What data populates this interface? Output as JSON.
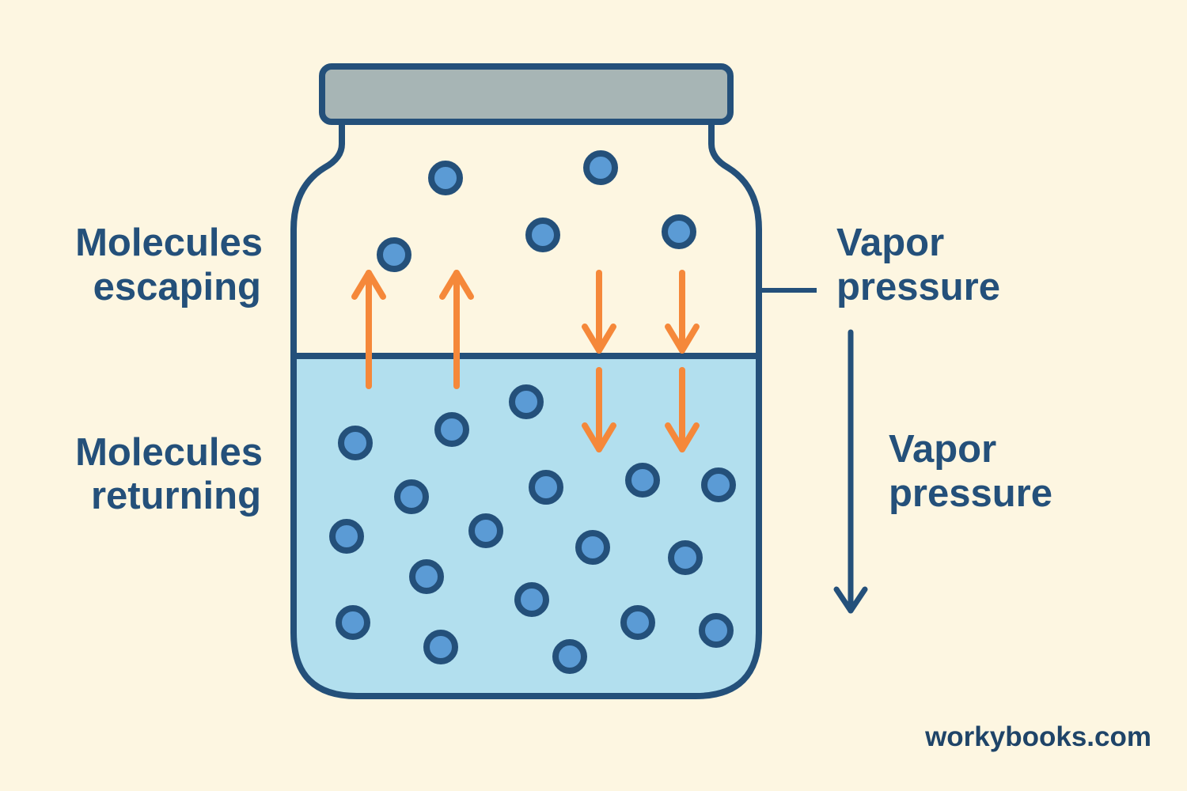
{
  "diagram": {
    "subject": "Vapor pressure in a closed jar",
    "colors": {
      "background": "#fdf6e1",
      "outline": "#24507a",
      "lid": "#a7b5b5",
      "liquid": "#b2dfee",
      "molecule_fill": "#5b9bd5",
      "molecule_ring": "#24507a",
      "arrow_orange": "#f5883a",
      "text": "#24507a"
    },
    "labels": {
      "escaping": {
        "line1": "Molecules",
        "line2": "escaping"
      },
      "returning": {
        "line1": "Molecules",
        "line2": "returning"
      },
      "vapor_top": {
        "line1": "Vapor",
        "line2": "pressure"
      },
      "vapor_bottom": {
        "line1": "Vapor",
        "line2": "pressure"
      }
    },
    "molecule_counts": {
      "vapor_region": 5,
      "liquid_region": 18
    },
    "arrows": {
      "escaping_up": 2,
      "returning_down_above_surface": 2,
      "returning_down_below_surface": 2
    },
    "watermark": "workybooks.com"
  }
}
